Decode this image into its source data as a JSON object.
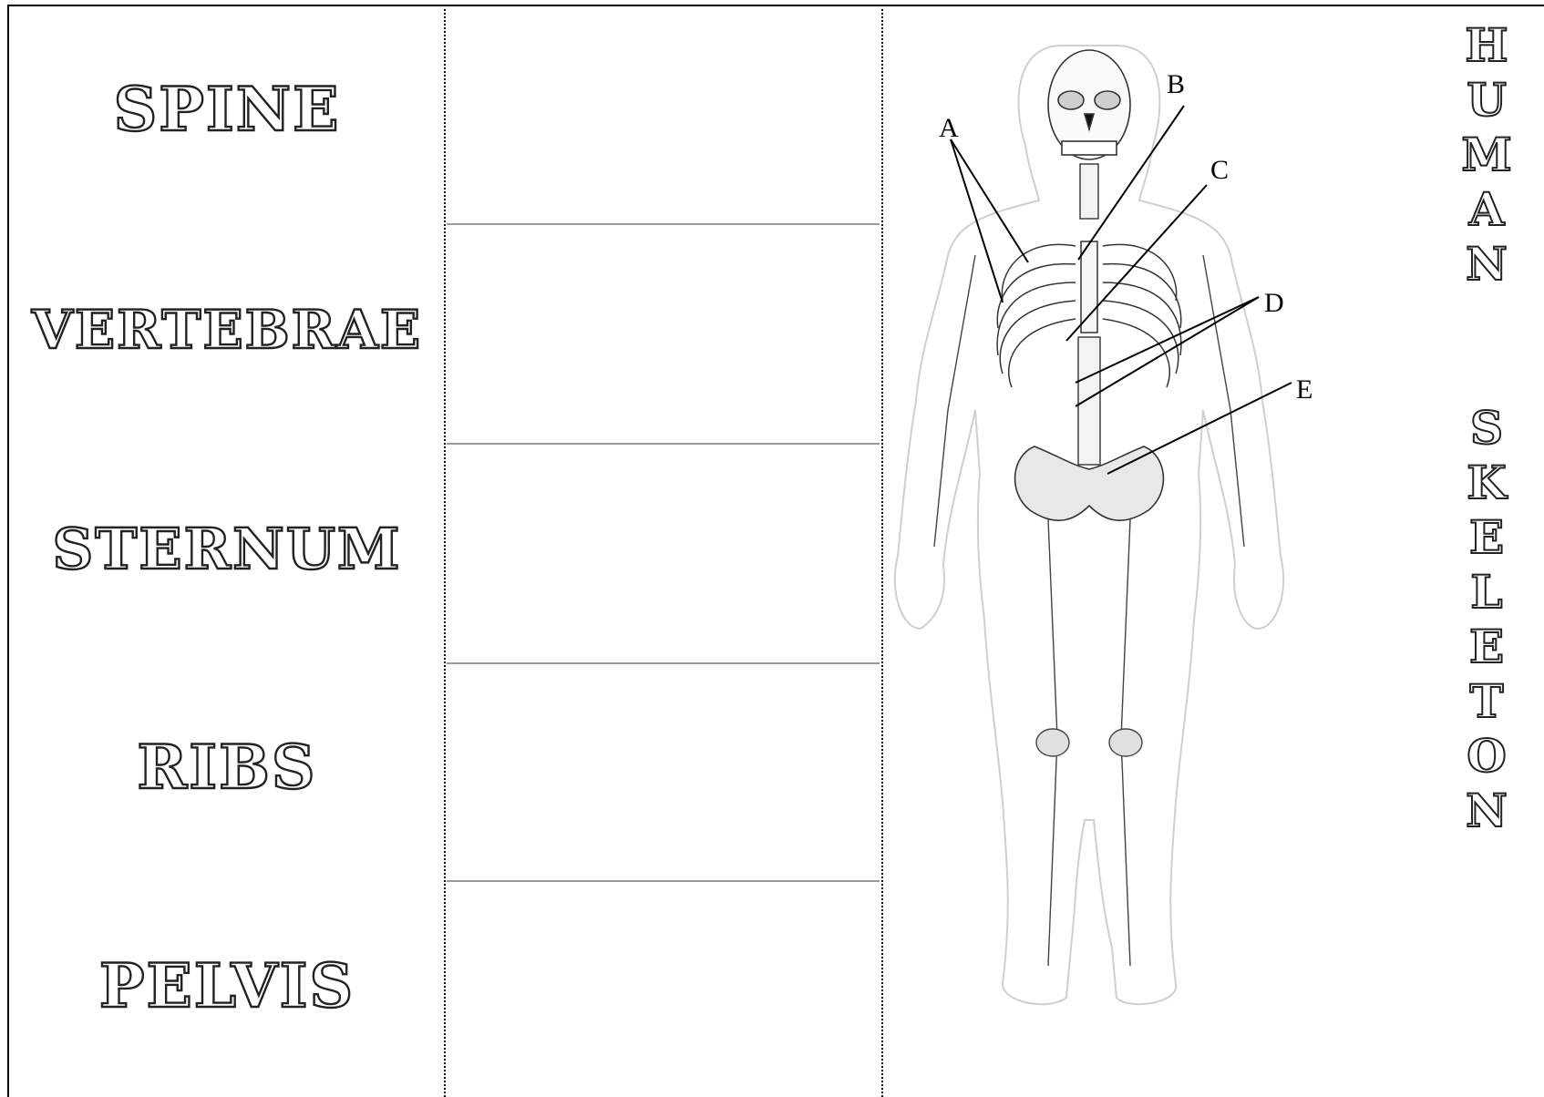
{
  "terms": [
    {
      "label": "SPINE"
    },
    {
      "label": "VERTEBRAE"
    },
    {
      "label": "STERNUM"
    },
    {
      "label": "RIBS"
    },
    {
      "label": "PELVIS"
    }
  ],
  "title": {
    "word1": [
      "H",
      "U",
      "M",
      "A",
      "N"
    ],
    "word2": [
      "S",
      "K",
      "E",
      "L",
      "E",
      "T",
      "O",
      "N"
    ]
  },
  "diagram": {
    "labels": {
      "a": "A",
      "b": "B",
      "c": "C",
      "d": "D",
      "e": "E"
    }
  }
}
